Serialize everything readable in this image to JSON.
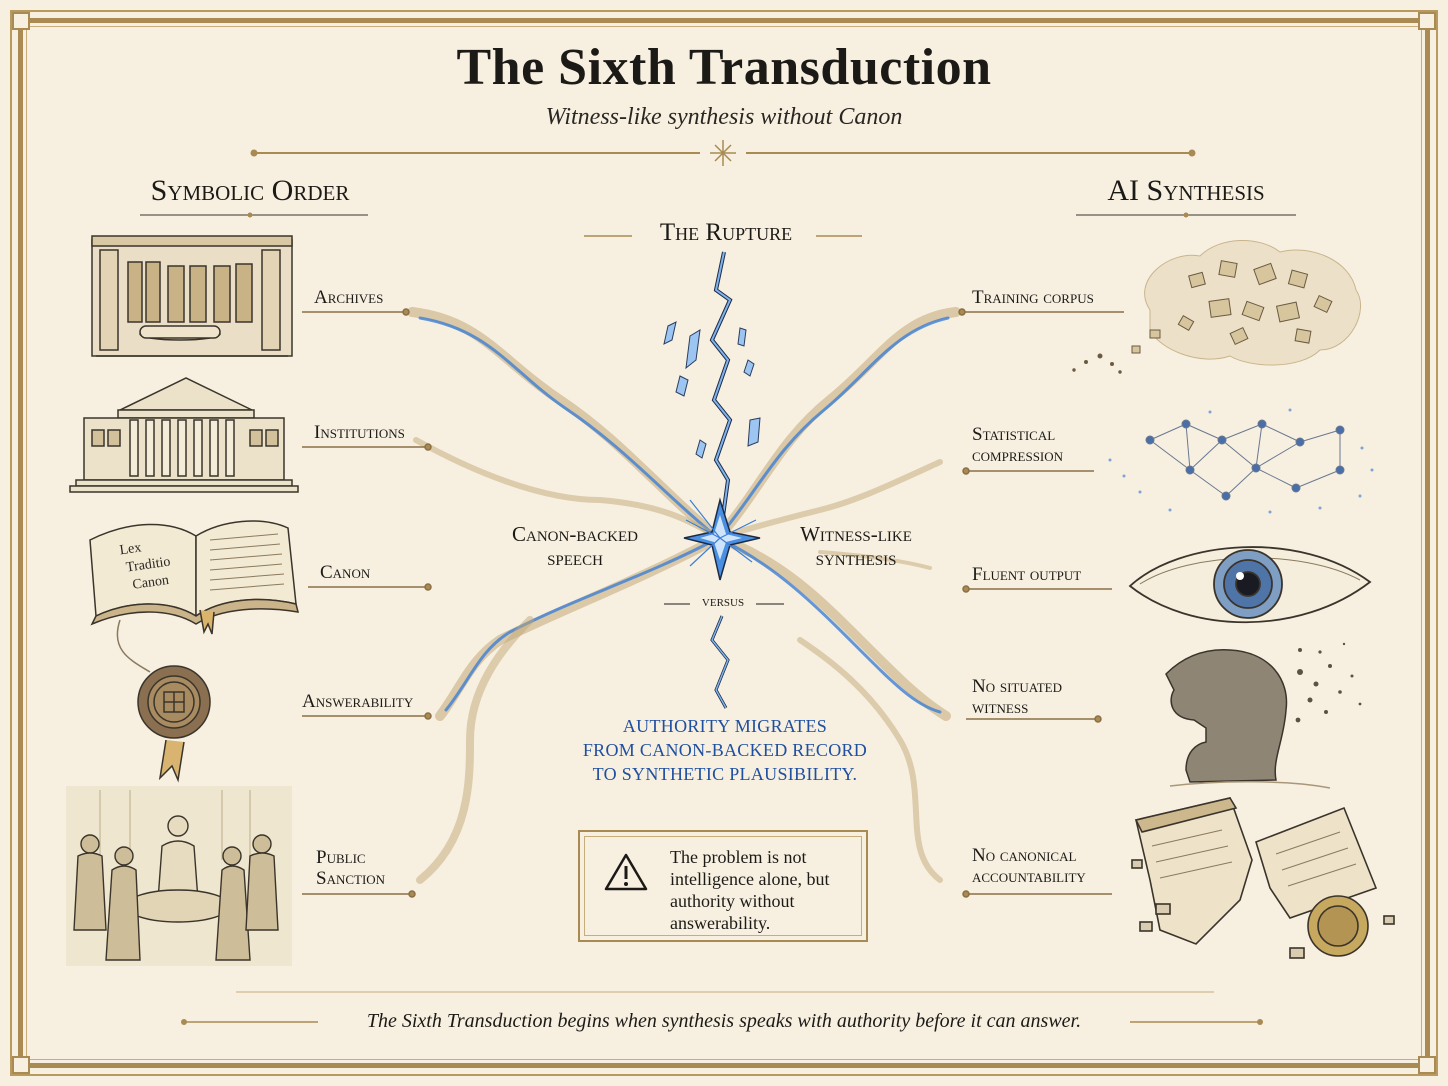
{
  "title": "The Sixth Transduction",
  "subtitle": "Witness-like synthesis without Canon",
  "left_heading": "Symbolic Order",
  "right_heading": "AI Synthesis",
  "rupture_heading": "The Rupture",
  "left_items": [
    {
      "label": "Archives",
      "icon": "archive-shelves-icon"
    },
    {
      "label": "Institutions",
      "icon": "classical-building-icon"
    },
    {
      "label": "Canon",
      "icon": "open-book-icon"
    },
    {
      "label": "Answerability",
      "icon": "wax-seal-icon"
    },
    {
      "label": "Public Sanction",
      "icon": "assembly-crowd-icon"
    }
  ],
  "book_text": [
    "Lex",
    "Traditio",
    "Canon"
  ],
  "right_items": [
    {
      "label": "Training corpus",
      "icon": "fragment-cloud-icon"
    },
    {
      "label": "Statistical compression",
      "icon": "network-graph-icon"
    },
    {
      "label": "Fluent output",
      "icon": "eye-icon"
    },
    {
      "label": "No situated witness",
      "icon": "dissolving-head-icon"
    },
    {
      "label": "No canonical accountability",
      "icon": "broken-tablet-icon"
    }
  ],
  "center": {
    "left_label": "Canon-backed speech",
    "right_label": "Witness-like synthesis",
    "versus": "versus",
    "authority_lines": [
      "AUTHORITY MIGRATES",
      "FROM CANON-BACKED RECORD",
      "TO SYNTHETIC PLAUSIBILITY."
    ],
    "warning_icon": "warning-triangle-icon",
    "warning_text": "The problem is not intelligence alone, but authority without answerability."
  },
  "footer": "The Sixth Transduction begins when synthesis speaks with authority before it can answer.",
  "colors": {
    "background": "#f7f0e1",
    "gold": "#a88a52",
    "ink": "#1c1a17",
    "accent_blue": "#1f4fa0",
    "fracture_blue": "#3d7fd6"
  }
}
